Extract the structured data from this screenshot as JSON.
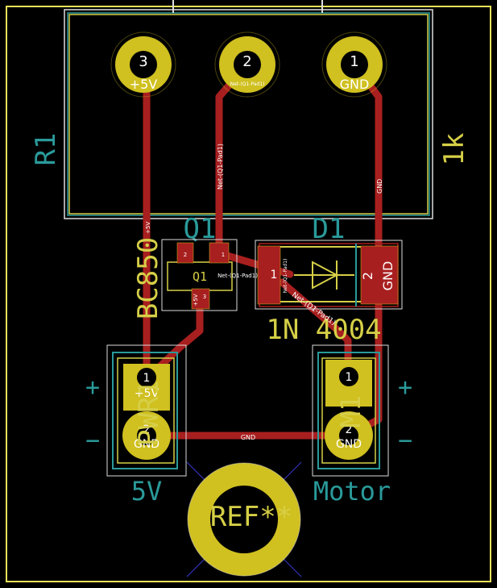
{
  "labels": {
    "r1_ref": "R1",
    "r1_value": "1k",
    "q1_ref": "Q1",
    "q1_value": "BC850",
    "d1_ref": "D1",
    "d1_value": "1N 4004",
    "pwr_ref": "PWR1",
    "pwr_value": "5V",
    "motor_ref": "M1",
    "motor_value": "Motor",
    "mount_ref": "REF**"
  },
  "pads": {
    "r1_p3": "3",
    "r1_p2": "2",
    "r1_p1": "1",
    "r1_net3": "+5V",
    "r1_net2": "Net-(Q1-Pad1)",
    "r1_net1": "GND",
    "q1_p2": "2",
    "q1_p1": "1",
    "q1_p3": "3",
    "q1_net3": "+5V",
    "d1_p1": "1",
    "d1_p2": "2",
    "d1_net1": "Net-(Q1-Pad1)",
    "d1_net2": "GND",
    "pwr_p1": "1",
    "pwr_p2": "2",
    "pwr_net1": "+5V",
    "pwr_net2": "GND",
    "m_p1": "1",
    "m_p2": "2",
    "m_net2": "GND"
  },
  "nets": {
    "net_q1": "Net-(Q1-Pad1)",
    "net_d1": "Net-(D1-Pad1)",
    "gnd": "GND",
    "vcc": "+5V"
  },
  "polarity": {
    "plus": "+",
    "minus": "−"
  },
  "colors": {
    "background": "#000000",
    "edge_cuts": "#e8e35a",
    "copper": "#a81f1f",
    "copper_pad": "#d0c020",
    "silkscreen": "#2a9a9a",
    "fab": "#c8c8c8",
    "courtyard": "#b8b8b8"
  }
}
